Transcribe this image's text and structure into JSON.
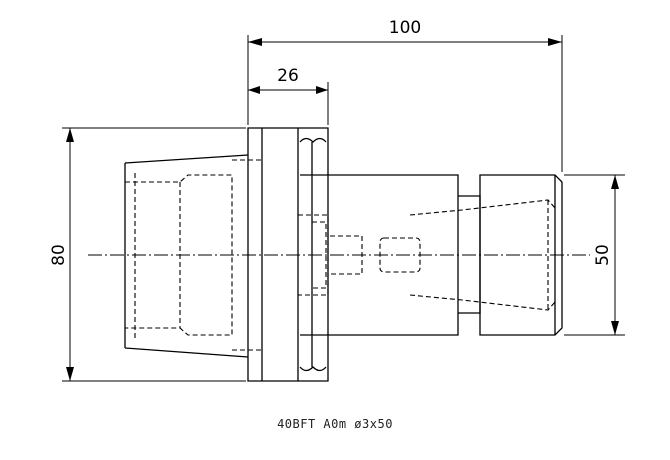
{
  "dimensions": {
    "overall_length": "100",
    "flange_length": "26",
    "body_diameter": "80",
    "nose_diameter": "50"
  },
  "caption": "40BFT A0m ø3x50"
}
